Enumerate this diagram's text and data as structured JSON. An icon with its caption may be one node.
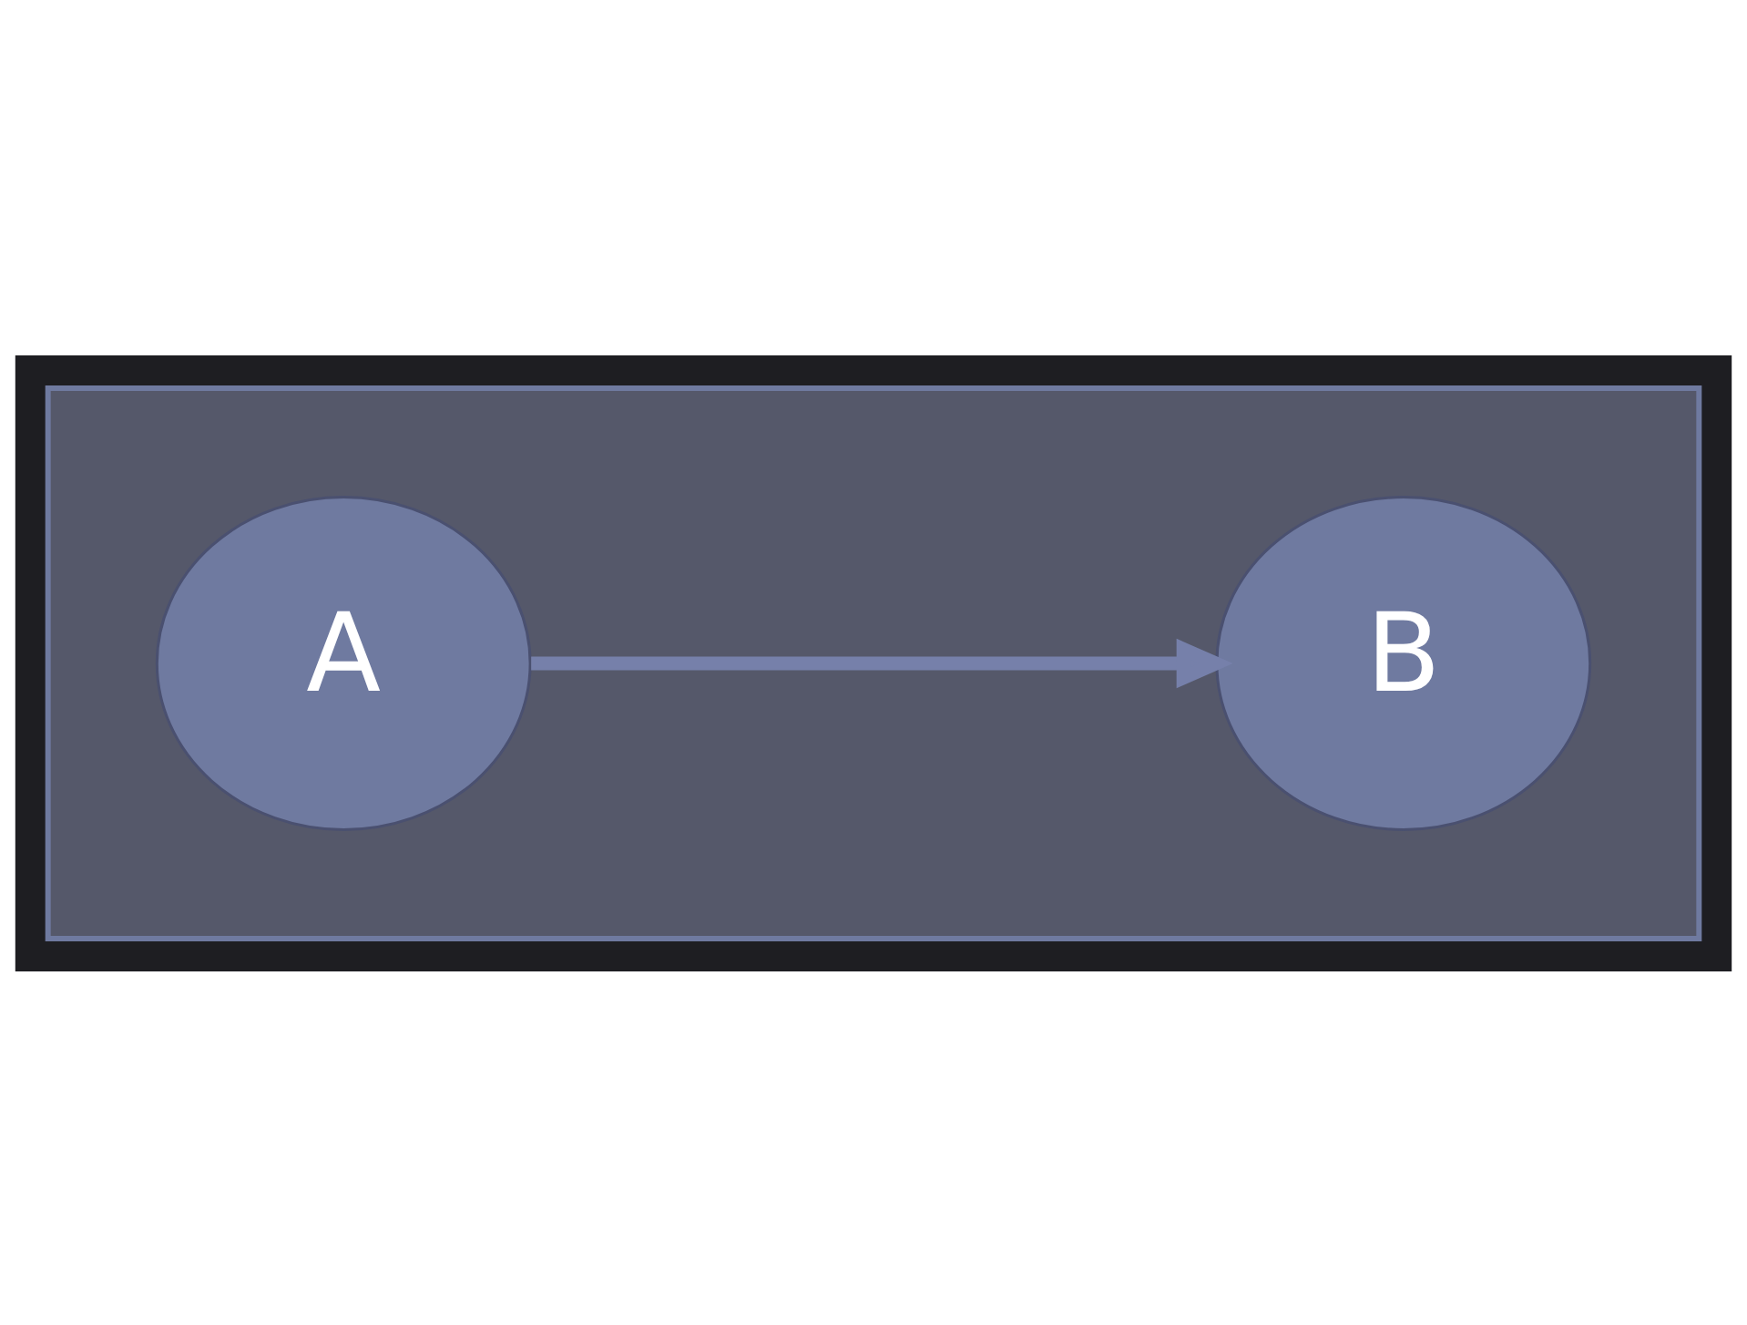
{
  "diagram": {
    "nodes": [
      {
        "text": [],
        "shape": "box"
      },
      {
        "text": [
          "A"
        ],
        "in": 0
      },
      {
        "text": [
          "B"
        ],
        "in": 0
      }
    ],
    "edges": [
      {
        "from": 1,
        "to": 2,
        "arrow": "to"
      }
    ]
  }
}
